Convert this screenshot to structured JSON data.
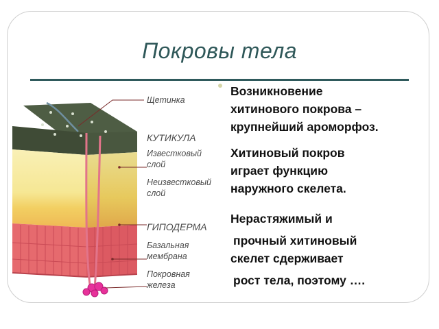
{
  "slide": {
    "title": "Покровы тела"
  },
  "diagram": {
    "labels": {
      "bristle": "Щетинка",
      "cuticle": "КУТИКУЛА",
      "calcareous_1": "Известковый",
      "calcareous_2": "слой",
      "noncalcareous_1": "Неизвестковый",
      "noncalcareous_2": "слой",
      "hypodermis": "ГИПОДЕРМА",
      "basal_1": "Базальная",
      "basal_2": "мембрана",
      "gland_1": "Покровная",
      "gland_2": "железа"
    },
    "colors": {
      "top_layer": "#4e5d44",
      "calcareous_layer": "#f6ea9c",
      "noncalcareous_layer": "#f1cd62",
      "hypodermis_layer": "#e76b6f",
      "gland": "#e7319a",
      "callout_line": "#7a2a2a"
    }
  },
  "text": {
    "p1": [
      "Возникновение",
      "хитинового покрова –",
      "крупнейший ароморфоз."
    ],
    "p2": [
      "Хитиновый покров",
      "играет функцию",
      "наружного скелета."
    ],
    "p3": [
      "Нерастяжимый и",
      "прочный хитиновый",
      "скелет сдерживает",
      "рост  тела, поэтому …."
    ]
  }
}
